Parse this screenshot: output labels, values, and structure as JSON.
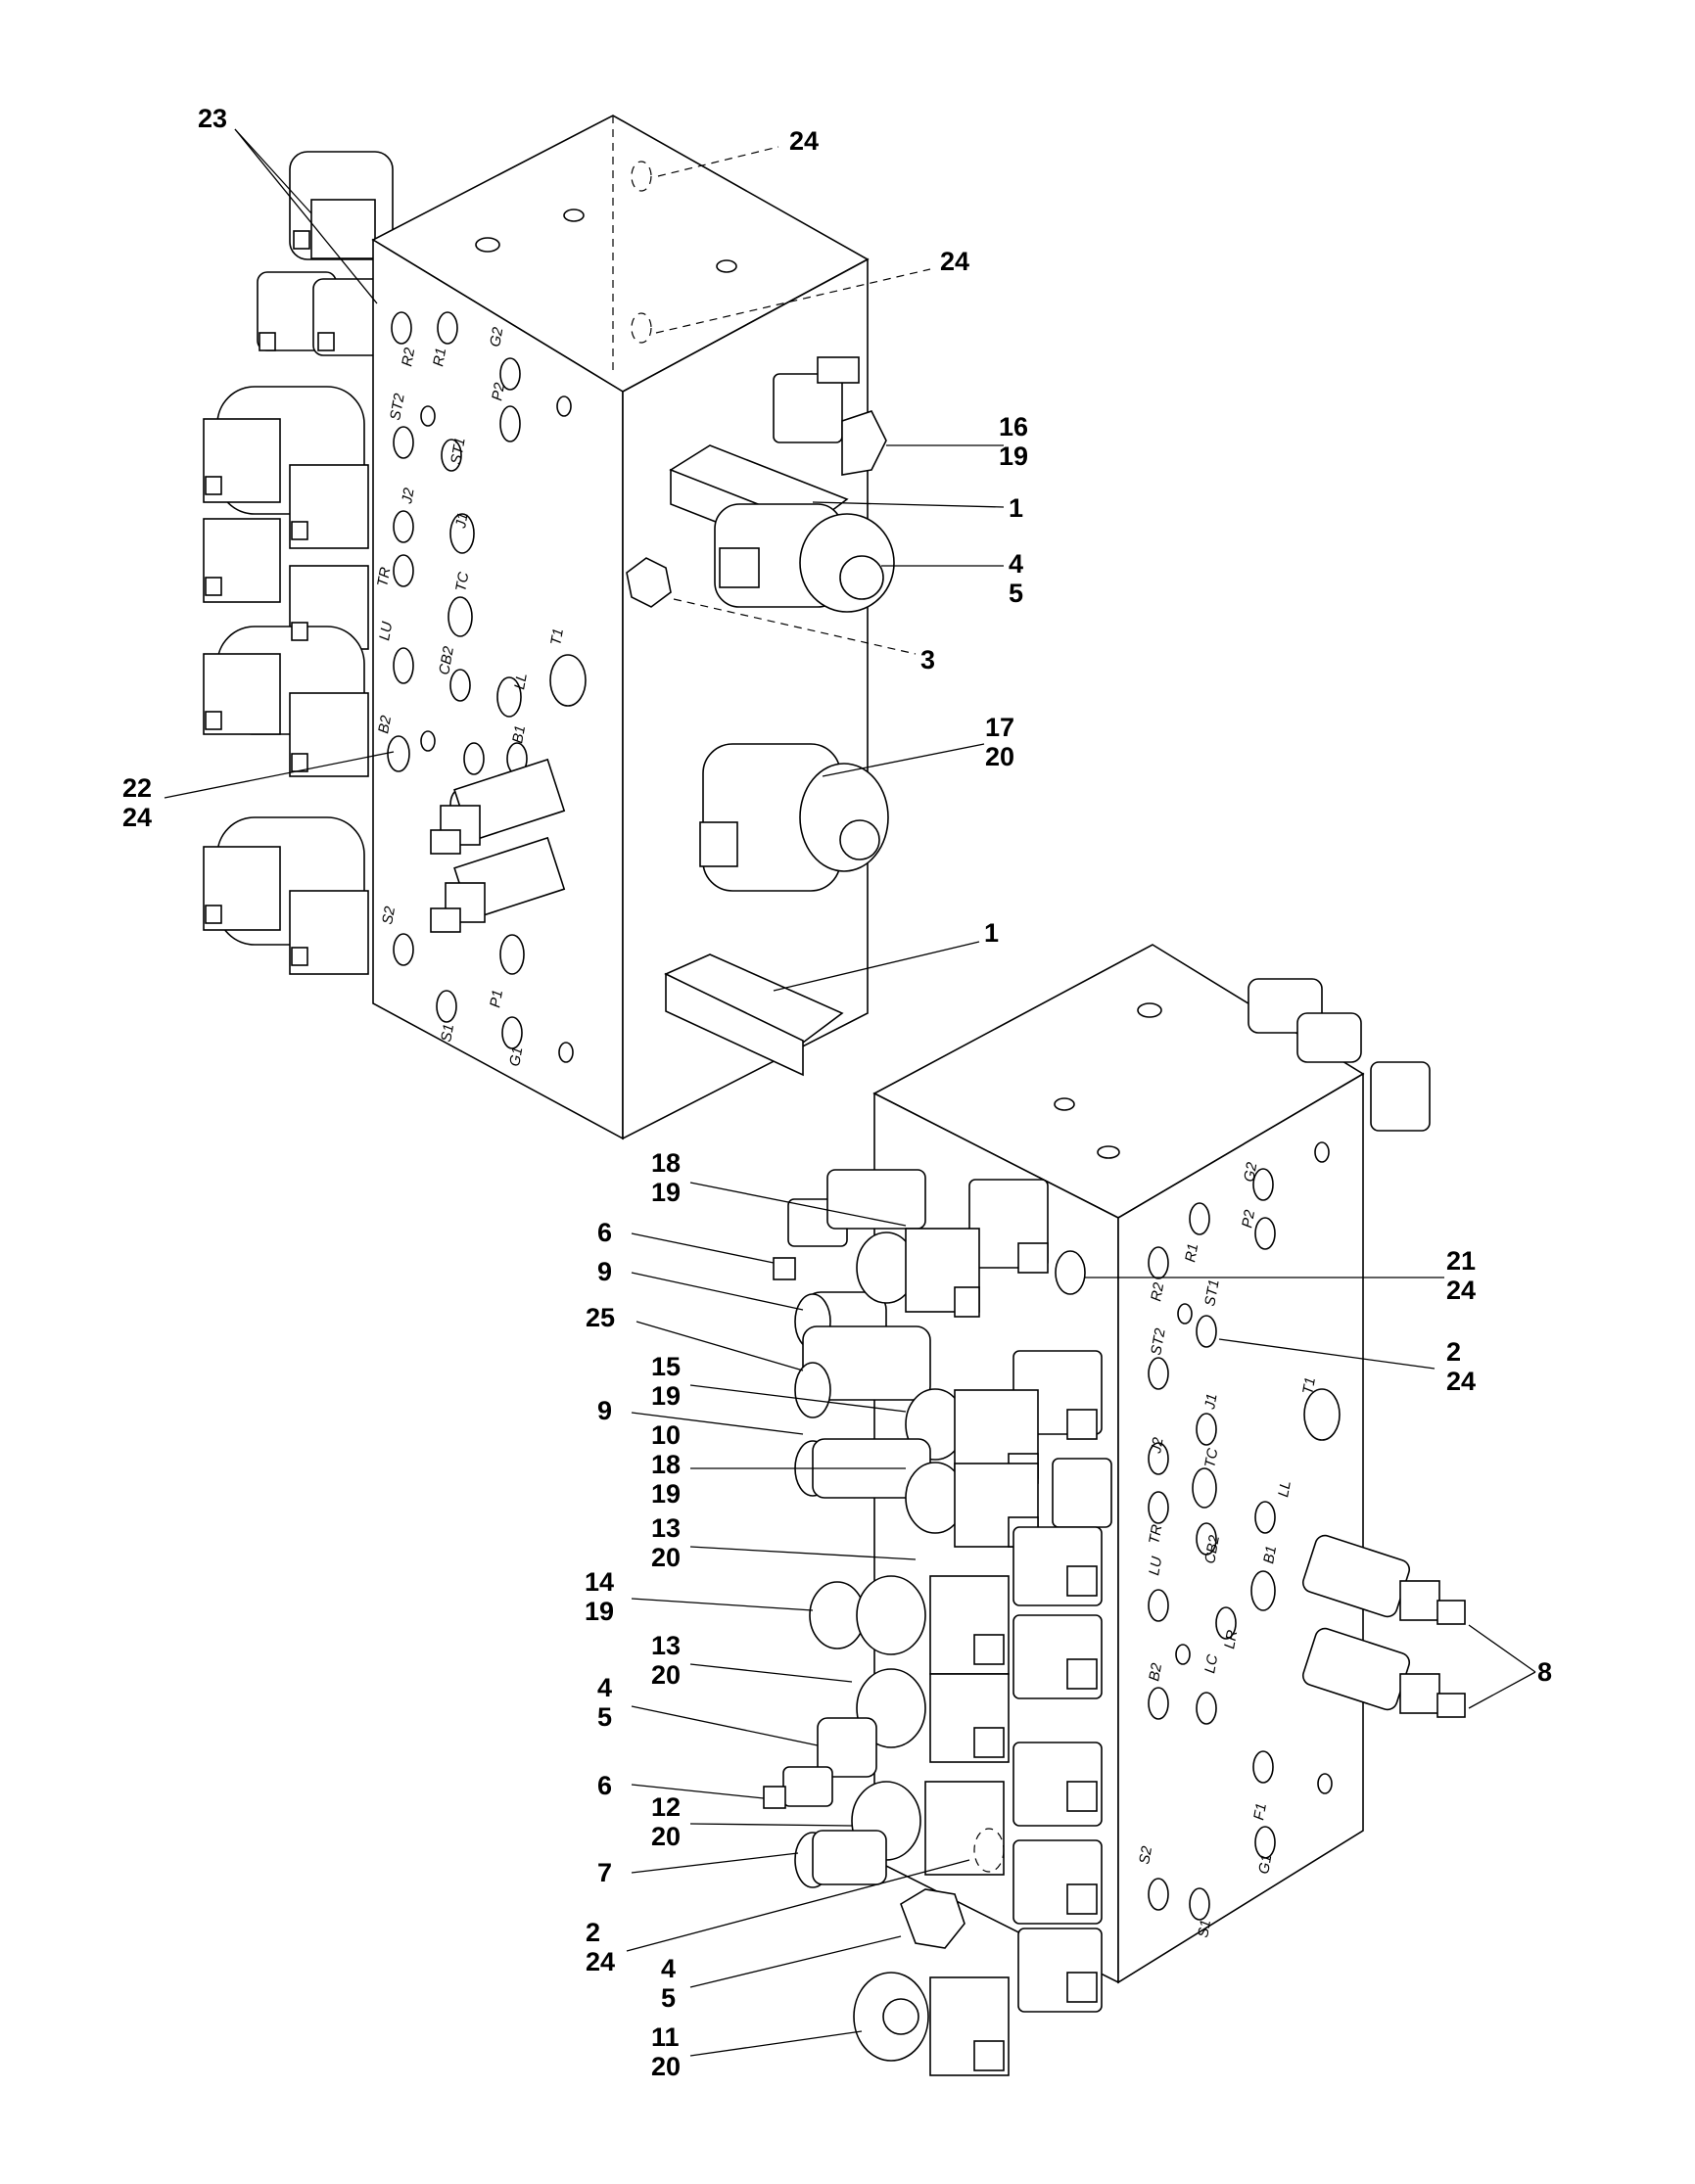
{
  "callouts_upper": [
    {
      "lines": [
        "23"
      ]
    },
    {
      "lines": [
        "24"
      ]
    },
    {
      "lines": [
        "24"
      ]
    },
    {
      "lines": [
        "16",
        "19"
      ]
    },
    {
      "lines": [
        "1"
      ]
    },
    {
      "lines": [
        "4",
        "5"
      ]
    },
    {
      "lines": [
        "3"
      ]
    },
    {
      "lines": [
        "17",
        "20"
      ]
    },
    {
      "lines": [
        "22",
        "24"
      ]
    },
    {
      "lines": [
        "1"
      ]
    }
  ],
  "callouts_lower": [
    {
      "lines": [
        "18",
        "19"
      ]
    },
    {
      "lines": [
        "6"
      ]
    },
    {
      "lines": [
        "9"
      ]
    },
    {
      "lines": [
        "25"
      ]
    },
    {
      "lines": [
        "15",
        "19"
      ]
    },
    {
      "lines": [
        "9"
      ]
    },
    {
      "lines": [
        "10"
      ]
    },
    {
      "lines": [
        "18",
        "19"
      ]
    },
    {
      "lines": [
        "13",
        "20"
      ]
    },
    {
      "lines": [
        "14",
        "19"
      ]
    },
    {
      "lines": [
        "13",
        "20"
      ]
    },
    {
      "lines": [
        "4",
        "5"
      ]
    },
    {
      "lines": [
        "6"
      ]
    },
    {
      "lines": [
        "12",
        "20"
      ]
    },
    {
      "lines": [
        "7"
      ]
    },
    {
      "lines": [
        "2",
        "24"
      ]
    },
    {
      "lines": [
        "4",
        "5"
      ]
    },
    {
      "lines": [
        "11",
        "20"
      ]
    },
    {
      "lines": [
        "21",
        "24"
      ]
    },
    {
      "lines": [
        "2",
        "24"
      ]
    },
    {
      "lines": [
        "8"
      ]
    }
  ],
  "port_labels_upper": [
    "R2",
    "R1",
    "G2",
    "P2",
    "ST2",
    "ST1",
    "J2",
    "J1",
    "TR",
    "TC",
    "LU",
    "CB2",
    "LL",
    "T1",
    "B2",
    "B1",
    "S2",
    "P1",
    "S1",
    "G1"
  ],
  "port_labels_lower": [
    "G2",
    "P2",
    "R1",
    "R2",
    "ST1",
    "ST2",
    "J1",
    "J2",
    "T1",
    "TC",
    "LL",
    "LU",
    "TR",
    "CB2",
    "B1",
    "LR",
    "LC",
    "B2",
    "F1",
    "S2",
    "G1",
    "S1"
  ]
}
